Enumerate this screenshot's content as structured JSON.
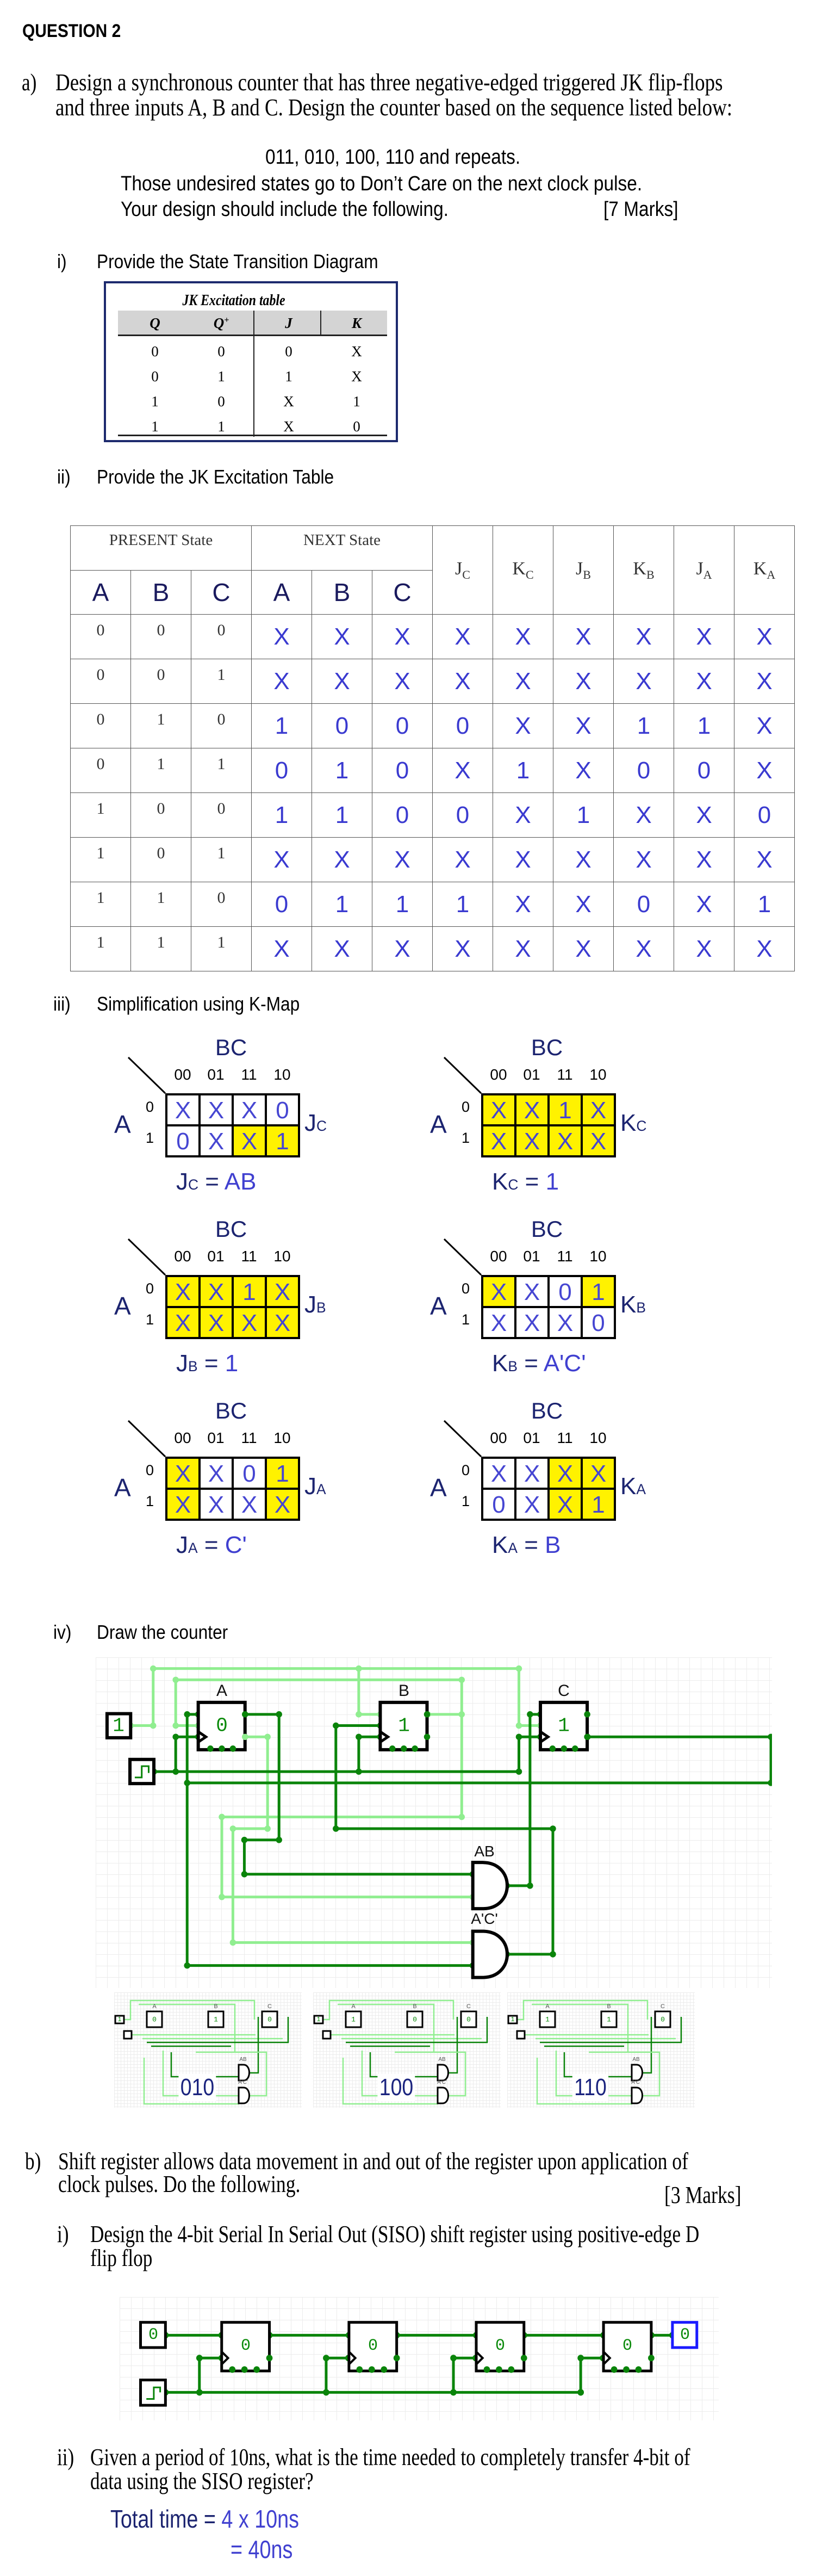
{
  "question_title": "QUESTION 2",
  "part_a": {
    "label": "a)",
    "lines": [
      "Design a synchronous counter that has three negative-edged triggered JK flip-flops",
      "and three inputs A, B and C. Design the counter based on the sequence listed below:"
    ],
    "sequence": "011, 010, 100, 110 and repeats.",
    "note": "Those undesired states go to Don’t Care on the next clock pulse.",
    "instruction": "Your design should include the following.",
    "marks": "[7 Marks]",
    "sub_i": {
      "label": "i)",
      "text": "Provide the State Transition Diagram"
    },
    "jk_excitation": {
      "title": "JK Excitation table",
      "headers": [
        "Q",
        "Q",
        "J",
        "K"
      ],
      "header_sup": "+",
      "rows": [
        [
          "0",
          "0",
          "0",
          "X"
        ],
        [
          "0",
          "1",
          "1",
          "X"
        ],
        [
          "1",
          "0",
          "X",
          "1"
        ],
        [
          "1",
          "1",
          "X",
          "0"
        ]
      ]
    },
    "sub_ii": {
      "label": "ii)",
      "text": "Provide the JK Excitation Table"
    },
    "state_table": {
      "present_header": "PRESENT State",
      "next_header": "NEXT State",
      "present_cols": [
        "A",
        "B",
        "C"
      ],
      "next_cols": [
        "A",
        "B",
        "C"
      ],
      "jk_cols": [
        {
          "l": "J",
          "s": "C"
        },
        {
          "l": "K",
          "s": "C"
        },
        {
          "l": "J",
          "s": "B"
        },
        {
          "l": "K",
          "s": "B"
        },
        {
          "l": "J",
          "s": "A"
        },
        {
          "l": "K",
          "s": "A"
        }
      ],
      "rows": [
        {
          "present": [
            "0",
            "0",
            "0"
          ],
          "next": [
            "X",
            "X",
            "X"
          ],
          "jk": [
            "X",
            "X",
            "X",
            "X",
            "X",
            "X"
          ]
        },
        {
          "present": [
            "0",
            "0",
            "1"
          ],
          "next": [
            "X",
            "X",
            "X"
          ],
          "jk": [
            "X",
            "X",
            "X",
            "X",
            "X",
            "X"
          ]
        },
        {
          "present": [
            "0",
            "1",
            "0"
          ],
          "next": [
            "1",
            "0",
            "0"
          ],
          "jk": [
            "0",
            "X",
            "X",
            "1",
            "1",
            "X"
          ]
        },
        {
          "present": [
            "0",
            "1",
            "1"
          ],
          "next": [
            "0",
            "1",
            "0"
          ],
          "jk": [
            "X",
            "1",
            "X",
            "0",
            "0",
            "X"
          ]
        },
        {
          "present": [
            "1",
            "0",
            "0"
          ],
          "next": [
            "1",
            "1",
            "0"
          ],
          "jk": [
            "0",
            "X",
            "1",
            "X",
            "X",
            "0"
          ]
        },
        {
          "present": [
            "1",
            "0",
            "1"
          ],
          "next": [
            "X",
            "X",
            "X"
          ],
          "jk": [
            "X",
            "X",
            "X",
            "X",
            "X",
            "X"
          ]
        },
        {
          "present": [
            "1",
            "1",
            "0"
          ],
          "next": [
            "0",
            "1",
            "1"
          ],
          "jk": [
            "1",
            "X",
            "X",
            "0",
            "X",
            "1"
          ]
        },
        {
          "present": [
            "1",
            "1",
            "1"
          ],
          "next": [
            "X",
            "X",
            "X"
          ],
          "jk": [
            "X",
            "X",
            "X",
            "X",
            "X",
            "X"
          ]
        }
      ]
    },
    "sub_iii": {
      "label": "iii)",
      "text": "Simplification using K-Map"
    },
    "kmaps": [
      {
        "col_var": "BC",
        "row_var": "A",
        "col_labels": [
          "00",
          "01",
          "11",
          "10"
        ],
        "row_labels": [
          "0",
          "1"
        ],
        "out": "J",
        "out_sub": "C",
        "cells": [
          [
            "X",
            "X",
            "X",
            "0"
          ],
          [
            "0",
            "X",
            "X",
            "1"
          ]
        ],
        "highlight": [
          [
            false,
            false,
            false,
            false
          ],
          [
            false,
            false,
            true,
            true
          ]
        ],
        "eq_lhs": "J",
        "eq_sub": "C",
        "eq_eq": " = ",
        "eq_rhs": "AB"
      },
      {
        "col_var": "BC",
        "row_var": "A",
        "col_labels": [
          "00",
          "01",
          "11",
          "10"
        ],
        "row_labels": [
          "0",
          "1"
        ],
        "out": "K",
        "out_sub": "C",
        "cells": [
          [
            "X",
            "X",
            "1",
            "X"
          ],
          [
            "X",
            "X",
            "X",
            "X"
          ]
        ],
        "highlight": [
          [
            true,
            true,
            true,
            true
          ],
          [
            true,
            true,
            true,
            true
          ]
        ],
        "eq_lhs": "K",
        "eq_sub": "C",
        "eq_eq": " = ",
        "eq_rhs": "1"
      },
      {
        "col_var": "BC",
        "row_var": "A",
        "col_labels": [
          "00",
          "01",
          "11",
          "10"
        ],
        "row_labels": [
          "0",
          "1"
        ],
        "out": "J",
        "out_sub": "B",
        "cells": [
          [
            "X",
            "X",
            "1",
            "X"
          ],
          [
            "X",
            "X",
            "X",
            "X"
          ]
        ],
        "highlight": [
          [
            true,
            true,
            true,
            true
          ],
          [
            true,
            true,
            true,
            true
          ]
        ],
        "eq_lhs": "J",
        "eq_sub": "B",
        "eq_eq": " = ",
        "eq_rhs": "1"
      },
      {
        "col_var": "BC",
        "row_var": "A",
        "col_labels": [
          "00",
          "01",
          "11",
          "10"
        ],
        "row_labels": [
          "0",
          "1"
        ],
        "out": "K",
        "out_sub": "B",
        "cells": [
          [
            "X",
            "X",
            "0",
            "1"
          ],
          [
            "X",
            "X",
            "X",
            "0"
          ]
        ],
        "highlight": [
          [
            true,
            false,
            false,
            true
          ],
          [
            false,
            false,
            false,
            false
          ]
        ],
        "eq_lhs": "K",
        "eq_sub": "B",
        "eq_eq": " = ",
        "eq_rhs": "A'C'"
      },
      {
        "col_var": "BC",
        "row_var": "A",
        "col_labels": [
          "00",
          "01",
          "11",
          "10"
        ],
        "row_labels": [
          "0",
          "1"
        ],
        "out": "J",
        "out_sub": "A",
        "cells": [
          [
            "X",
            "X",
            "0",
            "1"
          ],
          [
            "X",
            "X",
            "X",
            "X"
          ]
        ],
        "highlight": [
          [
            true,
            false,
            false,
            true
          ],
          [
            true,
            false,
            false,
            true
          ]
        ],
        "eq_lhs": "J",
        "eq_sub": "A",
        "eq_eq": " = ",
        "eq_rhs": "C'"
      },
      {
        "col_var": "BC",
        "row_var": "A",
        "col_labels": [
          "00",
          "01",
          "11",
          "10"
        ],
        "row_labels": [
          "0",
          "1"
        ],
        "out": "K",
        "out_sub": "A",
        "cells": [
          [
            "X",
            "X",
            "X",
            "X"
          ],
          [
            "0",
            "X",
            "X",
            "1"
          ]
        ],
        "highlight": [
          [
            false,
            false,
            true,
            true
          ],
          [
            false,
            false,
            true,
            true
          ]
        ],
        "eq_lhs": "K",
        "eq_sub": "A",
        "eq_eq": " = ",
        "eq_rhs": "B"
      }
    ],
    "sub_iv": {
      "label": "iv)",
      "text": "Draw the counter"
    },
    "counter_circuit": {
      "input_value": "1",
      "ff_labels": [
        "A",
        "B",
        "C"
      ],
      "ff_values": [
        "0",
        "1",
        "1"
      ],
      "gate_labels": [
        "AB",
        "A'C'"
      ],
      "wire_colors": {
        "high": "#90ee90",
        "low": "#0a840a"
      }
    },
    "snapshots": [
      {
        "state": "010",
        "ff_values": [
          "0",
          "1",
          "0"
        ],
        "input_value": "1",
        "ff_labels": [
          "A",
          "B",
          "C"
        ],
        "gate_labels": [
          "AB",
          "A'C'"
        ]
      },
      {
        "state": "100",
        "ff_values": [
          "1",
          "0",
          "0"
        ],
        "input_value": "1",
        "ff_labels": [
          "A",
          "B",
          "C"
        ],
        "gate_labels": [
          "AB",
          "A'C'"
        ]
      },
      {
        "state": "110",
        "ff_values": [
          "1",
          "1",
          "0"
        ],
        "input_value": "1",
        "ff_labels": [
          "A",
          "B",
          "C"
        ],
        "gate_labels": [
          "AB",
          "A'C'"
        ]
      }
    ]
  },
  "part_b": {
    "label": "b)",
    "lines": [
      "Shift register allows data movement in and out of the register upon application of",
      "clock pulses. Do the following."
    ],
    "marks": "[3 Marks]",
    "sub_i": {
      "label": "i)",
      "lines": [
        "Design the 4-bit Serial In Serial Out (SISO) shift register using positive-edge D",
        "flip flop"
      ]
    },
    "siso_circuit": {
      "input_value": "0",
      "ff_values": [
        "0",
        "0",
        "0",
        "0"
      ],
      "output_value": "0"
    },
    "sub_ii": {
      "label": "ii)",
      "lines": [
        "Given a period of 10ns, what is the time needed to completely transfer 4-bit of",
        "data using the SISO register?"
      ]
    },
    "answer": {
      "prefix": "Total time = ",
      "expr": "4 x 10ns",
      "eq2": "= ",
      "result": "40ns"
    }
  }
}
